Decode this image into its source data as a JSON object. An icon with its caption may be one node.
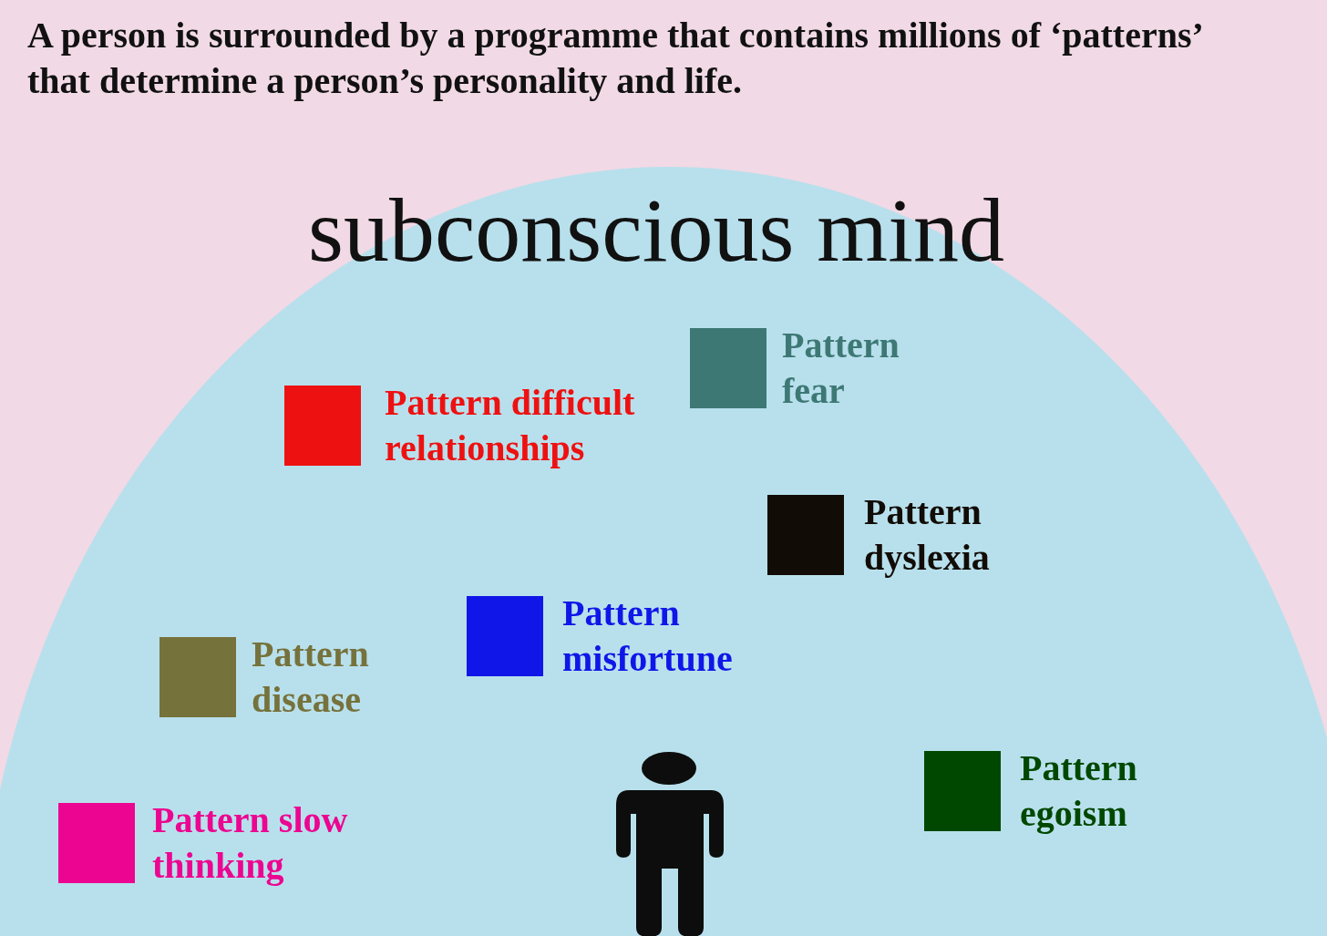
{
  "diagram": {
    "title": "A person is surrounded by a programme that contains millions of ‘patterns’ that determine a person’s personality and life.",
    "nodes": [
      {
        "text": [
          "subconscious mind"
        ]
      },
      {
        "text": [],
        "shape": "box",
        "in": 0,
        "beside": [
          "Pattern fear"
        ]
      },
      {
        "text": [],
        "shape": "box",
        "in": 0,
        "beside": [
          "Pattern difficult relationships"
        ]
      },
      {
        "text": [],
        "shape": "box",
        "in": 0,
        "beside": [
          "Pattern dyslexia"
        ]
      },
      {
        "text": [],
        "shape": "box",
        "in": 0,
        "beside": [
          "Pattern misfortune"
        ]
      },
      {
        "text": [],
        "shape": "box",
        "in": 0,
        "beside": [
          "Pattern disease"
        ]
      },
      {
        "text": [],
        "shape": "box",
        "in": 0,
        "beside": [
          "Pattern egoism"
        ]
      },
      {
        "text": [],
        "shape": "person",
        "in": 0
      },
      {
        "text": [],
        "shape": "box",
        "in": 0,
        "beside": [
          "Pattern slow thinking"
        ]
      }
    ]
  }
}
